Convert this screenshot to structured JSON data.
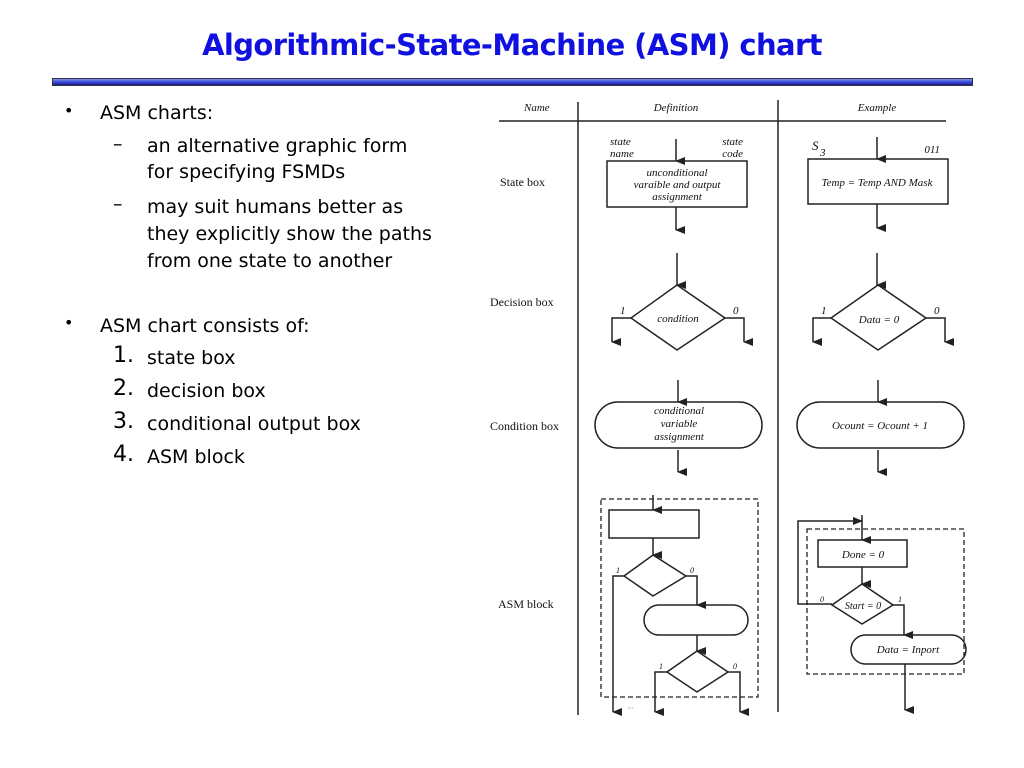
{
  "title": "Algorithmic-State-Machine (ASM) chart",
  "bullets": [
    {
      "text": "ASM charts:",
      "sub": [
        {
          "lines": [
            "an alternative graphic form",
            "for specifying FSMDs"
          ]
        },
        {
          "lines": [
            "may suit humans better as",
            "they explicitly show the paths",
            "from one state to another"
          ]
        }
      ]
    },
    {
      "text": "ASM chart consists of:",
      "items": [
        {
          "num": "1.",
          "text": "state box"
        },
        {
          "num": "2.",
          "text": "decision box"
        },
        {
          "num": "3.",
          "text": "conditional output box"
        },
        {
          "num": "4.",
          "text": "ASM block"
        }
      ]
    }
  ],
  "bullet_symbol": "•",
  "dash_symbol": "–",
  "figure": {
    "headers": {
      "name": "Name",
      "definition": "Definition",
      "example": "Example"
    },
    "rows": {
      "state": "State box",
      "decision": "Decision box",
      "condition": "Condition box",
      "block": "ASM block"
    },
    "state_def": {
      "name_l1": "state",
      "name_l2": "name",
      "code_l1": "state",
      "code_l2": "code",
      "body": [
        "unconditional",
        "varaible and output",
        "assignment"
      ]
    },
    "state_ex": {
      "name": "S",
      "sub": "3",
      "code": "011",
      "body": "Temp = Temp AND Mask"
    },
    "decision_def": {
      "one": "1",
      "zero": "0",
      "body": "condition"
    },
    "decision_ex": {
      "one": "1",
      "zero": "0",
      "body": "Data = 0"
    },
    "cond_def": {
      "body": [
        "conditional",
        "variable",
        "assignment"
      ]
    },
    "cond_ex": {
      "body": "Ocount = Ocount + 1"
    },
    "block_def": {
      "one_a": "1",
      "zero_a": "0",
      "one_b": "1",
      "zero_b": "0",
      "dots": "···"
    },
    "block_ex": {
      "state": "Done = 0",
      "decision": "Start = 0",
      "zero": "0",
      "one": "1",
      "cond": "Data = Inport"
    }
  }
}
